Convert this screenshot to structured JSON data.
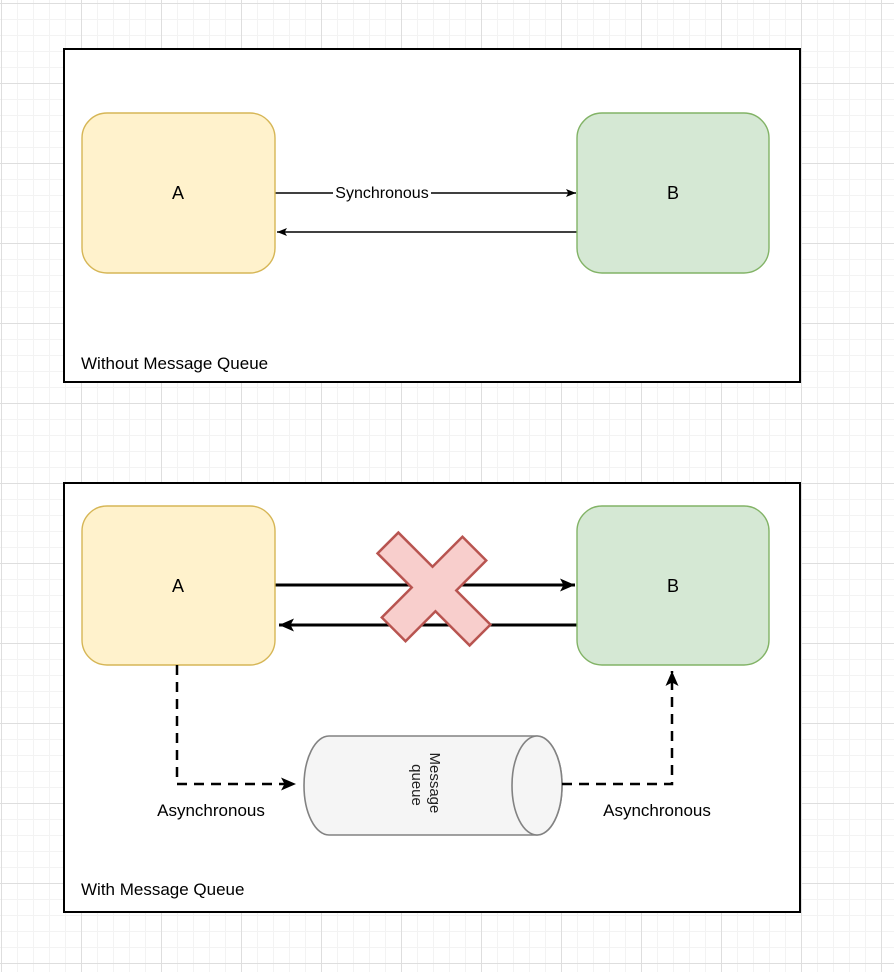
{
  "diagram": {
    "panels": {
      "without": {
        "caption": "Without Message Queue",
        "node_a_label": "A",
        "node_b_label": "B",
        "request_arrow_label": "Synchronous"
      },
      "with": {
        "caption": "With Message Queue",
        "node_a_label": "A",
        "node_b_label": "B",
        "queue_label_line1": "Message",
        "queue_label_line2": "queue",
        "producer_arrow_label": "Asynchronous",
        "consumer_arrow_label": "Asynchronous"
      }
    },
    "colors": {
      "panel_fill": "#ffffff",
      "panel_stroke": "#000000",
      "node_a_fill": "#fff2cc",
      "node_a_stroke": "#d6b656",
      "node_b_fill": "#d5e8d4",
      "node_b_stroke": "#82b366",
      "cross_fill": "#f8cecc",
      "cross_stroke": "#b85450",
      "queue_fill": "#f5f5f5",
      "queue_stroke": "#828282",
      "arrow_color": "#000000",
      "label_bg": "#ffffff"
    }
  }
}
